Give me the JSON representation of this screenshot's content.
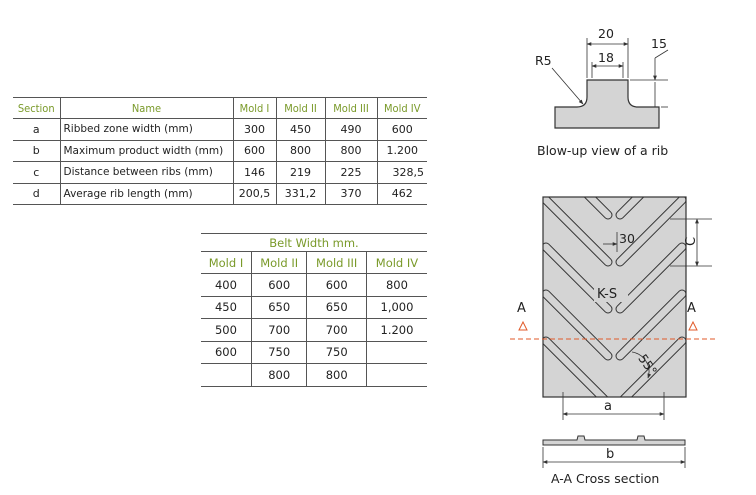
{
  "table1": {
    "headers": [
      "Section",
      "Name",
      "Mold I",
      "Mold II",
      "Mold III",
      "Mold IV"
    ],
    "rows": [
      [
        "a",
        "Ribbed zone width (mm)",
        "300",
        "450",
        "490",
        "600"
      ],
      [
        "b",
        "Maximum product width (mm)",
        "600",
        "800",
        "800",
        "1.200"
      ],
      [
        "c",
        "Distance between ribs (mm)",
        "146",
        "219",
        "225",
        "328,5"
      ],
      [
        "d",
        "Average rib length (mm)",
        "200,5",
        "331,2",
        "370",
        "462"
      ]
    ]
  },
  "table2": {
    "title": "Belt Width mm.",
    "headers": [
      "Mold I",
      "Mold II",
      "Mold III",
      "Mold IV"
    ],
    "rows": [
      [
        "400",
        "600",
        "600",
        "800"
      ],
      [
        "450",
        "650",
        "650",
        "1,000"
      ],
      [
        "500",
        "700",
        "700",
        "1.200"
      ],
      [
        "600",
        "750",
        "750",
        ""
      ],
      [
        "",
        "800",
        "800",
        ""
      ]
    ]
  },
  "drawing": {
    "rib_caption": "Blow-up view of a rib",
    "dim_20": "20",
    "dim_18": "18",
    "dim_15": "15",
    "dim_r5": "R5",
    "dim_30": "30",
    "dim_c": "C",
    "dim_a": "a",
    "dim_b": "b",
    "label_ks": "K-S",
    "label_angle": "55°",
    "label_a_left": "A",
    "label_a_right": "A",
    "section_caption": "A-A Cross section",
    "colors": {
      "fill": "#d4d4d4",
      "outline": "#333333",
      "section_line": "#e05a2a",
      "header_green": "#7a9a2a"
    }
  }
}
